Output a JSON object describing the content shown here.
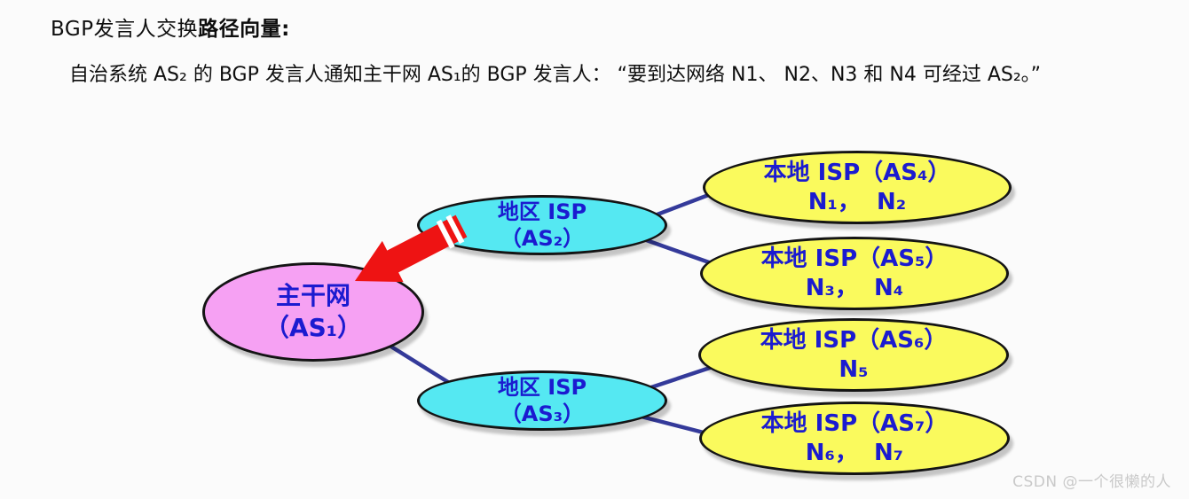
{
  "header": {
    "title_regular": "BGP发言人交换",
    "title_bold": "路径向量:",
    "subtitle": "自治系统 AS₂ 的 BGP 发言人通知主干网 AS₁的 BGP 发言人： “要到达网络 N1、 N2、N3 和 N4 可经过 AS₂。”"
  },
  "diagram": {
    "nodes": [
      {
        "id": "as1",
        "type": "backbone",
        "line1": "主干网",
        "line2": "（AS₁）"
      },
      {
        "id": "as2",
        "type": "regional-isp",
        "line1": "地区 ISP",
        "line2": "（AS₂）"
      },
      {
        "id": "as3",
        "type": "regional-isp",
        "line1": "地区 ISP",
        "line2": "（AS₃）"
      },
      {
        "id": "as4",
        "type": "local-isp",
        "line1": "本地 ISP（AS₄）",
        "line2": "N₁，  N₂"
      },
      {
        "id": "as5",
        "type": "local-isp",
        "line1": "本地 ISP（AS₅）",
        "line2": "N₃，  N₄"
      },
      {
        "id": "as6",
        "type": "local-isp",
        "line1": "本地 ISP（AS₆）",
        "line2": "N₅"
      },
      {
        "id": "as7",
        "type": "local-isp",
        "line1": "本地 ISP（AS₇）",
        "line2": "N₆，  N₇"
      }
    ],
    "links": [
      {
        "from": "as1",
        "to": "as3"
      },
      {
        "from": "as2",
        "to": "as4"
      },
      {
        "from": "as2",
        "to": "as5"
      },
      {
        "from": "as3",
        "to": "as6"
      },
      {
        "from": "as3",
        "to": "as7"
      }
    ],
    "arrow": {
      "from": "as2",
      "to": "as1"
    },
    "colors": {
      "backbone_fill": "#f6a1f3",
      "regional_fill": "#55e8f2",
      "local_fill": "#fafa5d",
      "node_text": "#1b1bd0",
      "link_color": "#343a9a",
      "arrow_color": "#ee1313",
      "outline_color": "#141414",
      "watermark_color": "#c9c9c9"
    }
  },
  "watermark": "CSDN @一个很懒的人"
}
